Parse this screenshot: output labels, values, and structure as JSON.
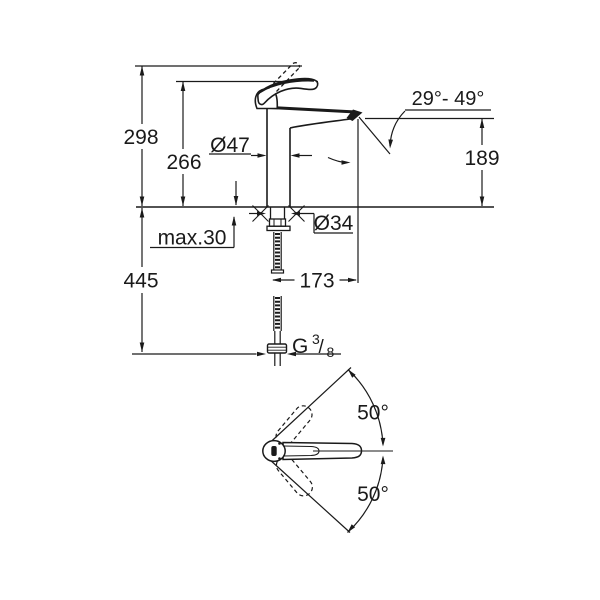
{
  "colors": {
    "line": "#1a1a1a",
    "bg": "#ffffff"
  },
  "front": {
    "height_total": "298",
    "height_to_lever": "266",
    "body_diameter": "Ø47",
    "spout_angle_range": "29°- 49°",
    "spout_outlet_height": "189",
    "hole_diameter": "Ø34",
    "max_deck_thickness": "max.30",
    "height_below_deck": "445",
    "spout_reach": "173",
    "thread_g": "G",
    "thread_num": "3",
    "thread_slash": "/",
    "thread_den": "8"
  },
  "plan": {
    "swivel_upper": "50°",
    "swivel_lower": "50°"
  }
}
